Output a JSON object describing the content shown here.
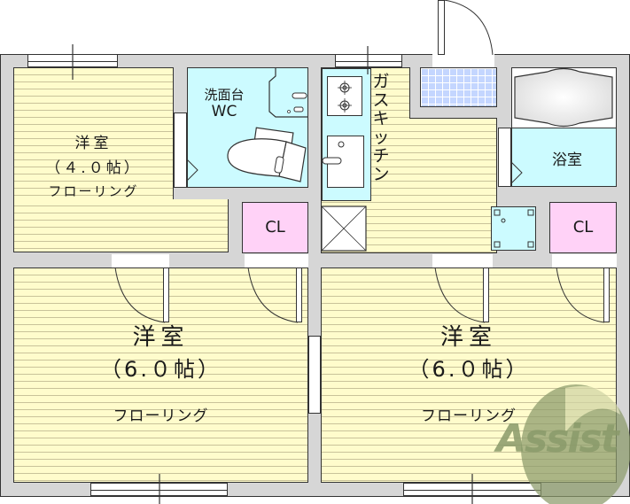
{
  "floorplan": {
    "rooms": [
      {
        "id": "western-room-4",
        "name": "洋室",
        "size": "（４.０帖）",
        "floor": "フローリング"
      },
      {
        "id": "washroom-wc",
        "name": "洗面台",
        "sub": "WC"
      },
      {
        "id": "closet-left",
        "name": "CL"
      },
      {
        "id": "kitchen",
        "name": "ガスキッチン"
      },
      {
        "id": "bathroom",
        "name": "浴室"
      },
      {
        "id": "closet-right",
        "name": "CL"
      },
      {
        "id": "western-room-6-left",
        "name": "洋室",
        "size": "（6.０帖）",
        "floor": "フローリング"
      },
      {
        "id": "western-room-6-right",
        "name": "洋室",
        "size": "（6.０帖）",
        "floor": "フローリング"
      }
    ],
    "watermark": {
      "text": "Assist",
      "color": "#8a9a6a"
    },
    "colors": {
      "wall": "#d6d6d6",
      "floor": "#fffccc",
      "wet_area": "#ccfbff",
      "closet": "#ffd2f7",
      "entrance_tile": "#c4d6ff"
    }
  }
}
